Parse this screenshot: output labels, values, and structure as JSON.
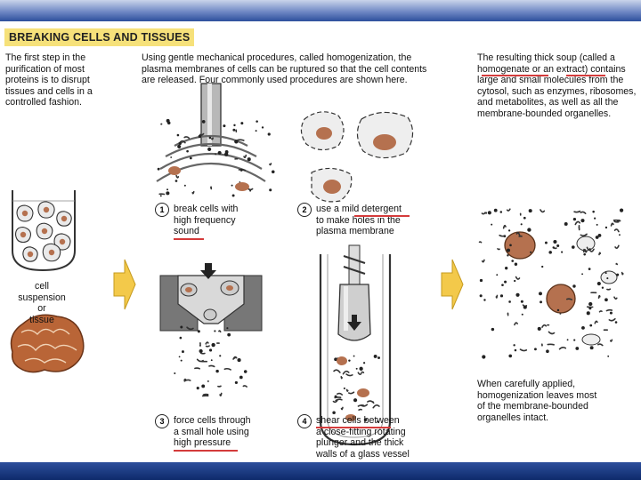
{
  "title": "BREAKING CELLS AND TISSUES",
  "intro": "The first step in the purification of most proteins is to disrupt tissues and cells in a controlled fashion.",
  "mechanical": "Using gentle mechanical procedures, called homogenization, the plasma membranes of cells can be ruptured so that the cell contents are released. Four commonly used procedures are shown here.",
  "result": "The resulting thick soup (called a homogenate or an extract) contains large and small molecules from the cytosol, such as enzymes, ribosomes, and metabolites, as well as all the membrane-bounded organelles.",
  "suspension_label": [
    "cell",
    "suspension",
    "or",
    "tissue"
  ],
  "procedures": [
    {
      "number": "1",
      "lines": [
        "break cells with",
        "high frequency",
        "sound"
      ]
    },
    {
      "number": "2",
      "lines": [
        "use a mild detergent",
        "to make holes in the",
        "plasma membrane"
      ]
    },
    {
      "number": "3",
      "lines": [
        "force cells through",
        "a small hole using",
        "high pressure"
      ]
    },
    {
      "number": "4",
      "lines": [
        "shear cells between",
        "a close-fitting rotating",
        "plunger and the thick",
        "walls of a glass vessel"
      ]
    }
  ],
  "conclusion": [
    "When carefully applied,",
    "homogenization leaves most",
    "of the membrane-bounded",
    "organelles intact."
  ],
  "colors": {
    "title_bg": "#f6e17a",
    "nucleus": "#b5714f",
    "arrow": "#f3c94a",
    "underline": "#d43b3b"
  }
}
